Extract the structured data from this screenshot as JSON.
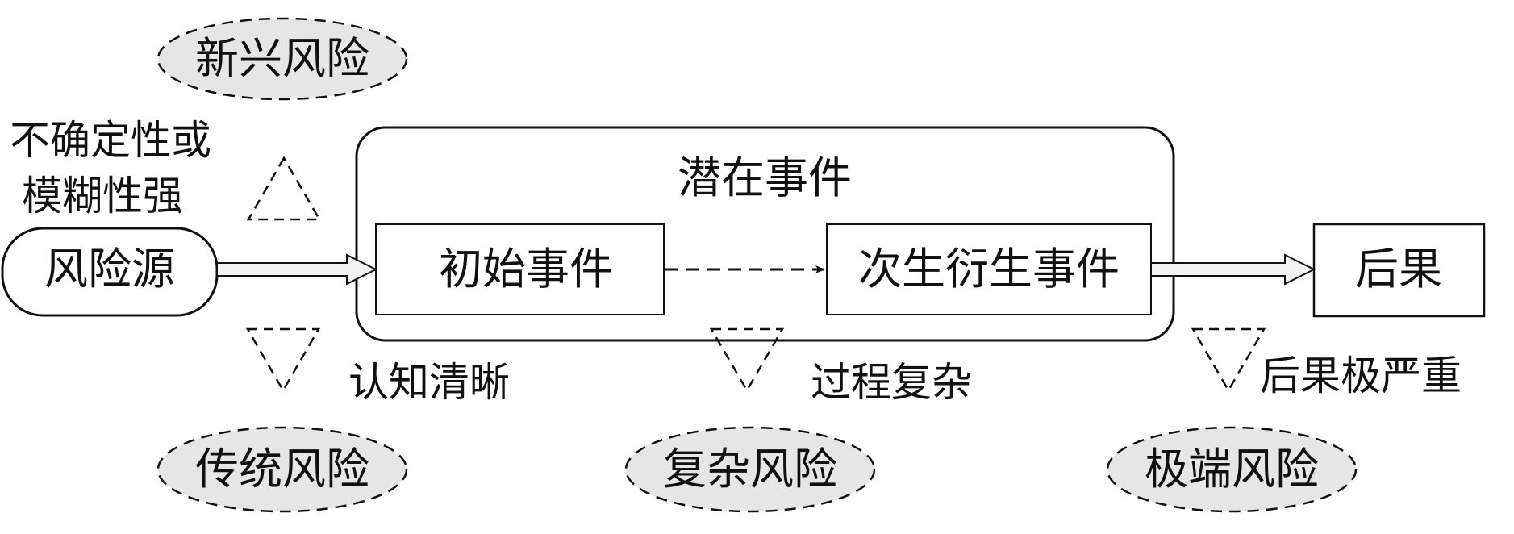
{
  "labels": {
    "emerging_risk": "新兴风险",
    "uncertainty_line1": "不确定性或",
    "uncertainty_line2": "模糊性强",
    "risk_source": "风险源",
    "potential_event": "潜在事件",
    "initial_event": "初始事件",
    "secondary_event": "次生衍生事件",
    "consequence": "后果",
    "clear_cognition": "认知清晰",
    "complex_process": "过程复杂",
    "severe_consequence": "后果极严重",
    "traditional_risk": "传统风险",
    "complex_risk": "复杂风险",
    "extreme_risk": "极端风险"
  },
  "colors": {
    "stroke": "#111111",
    "ellipse_fill": "#e6e6e6",
    "arrow_fill": "#f2f2f2",
    "background": "#ffffff"
  }
}
